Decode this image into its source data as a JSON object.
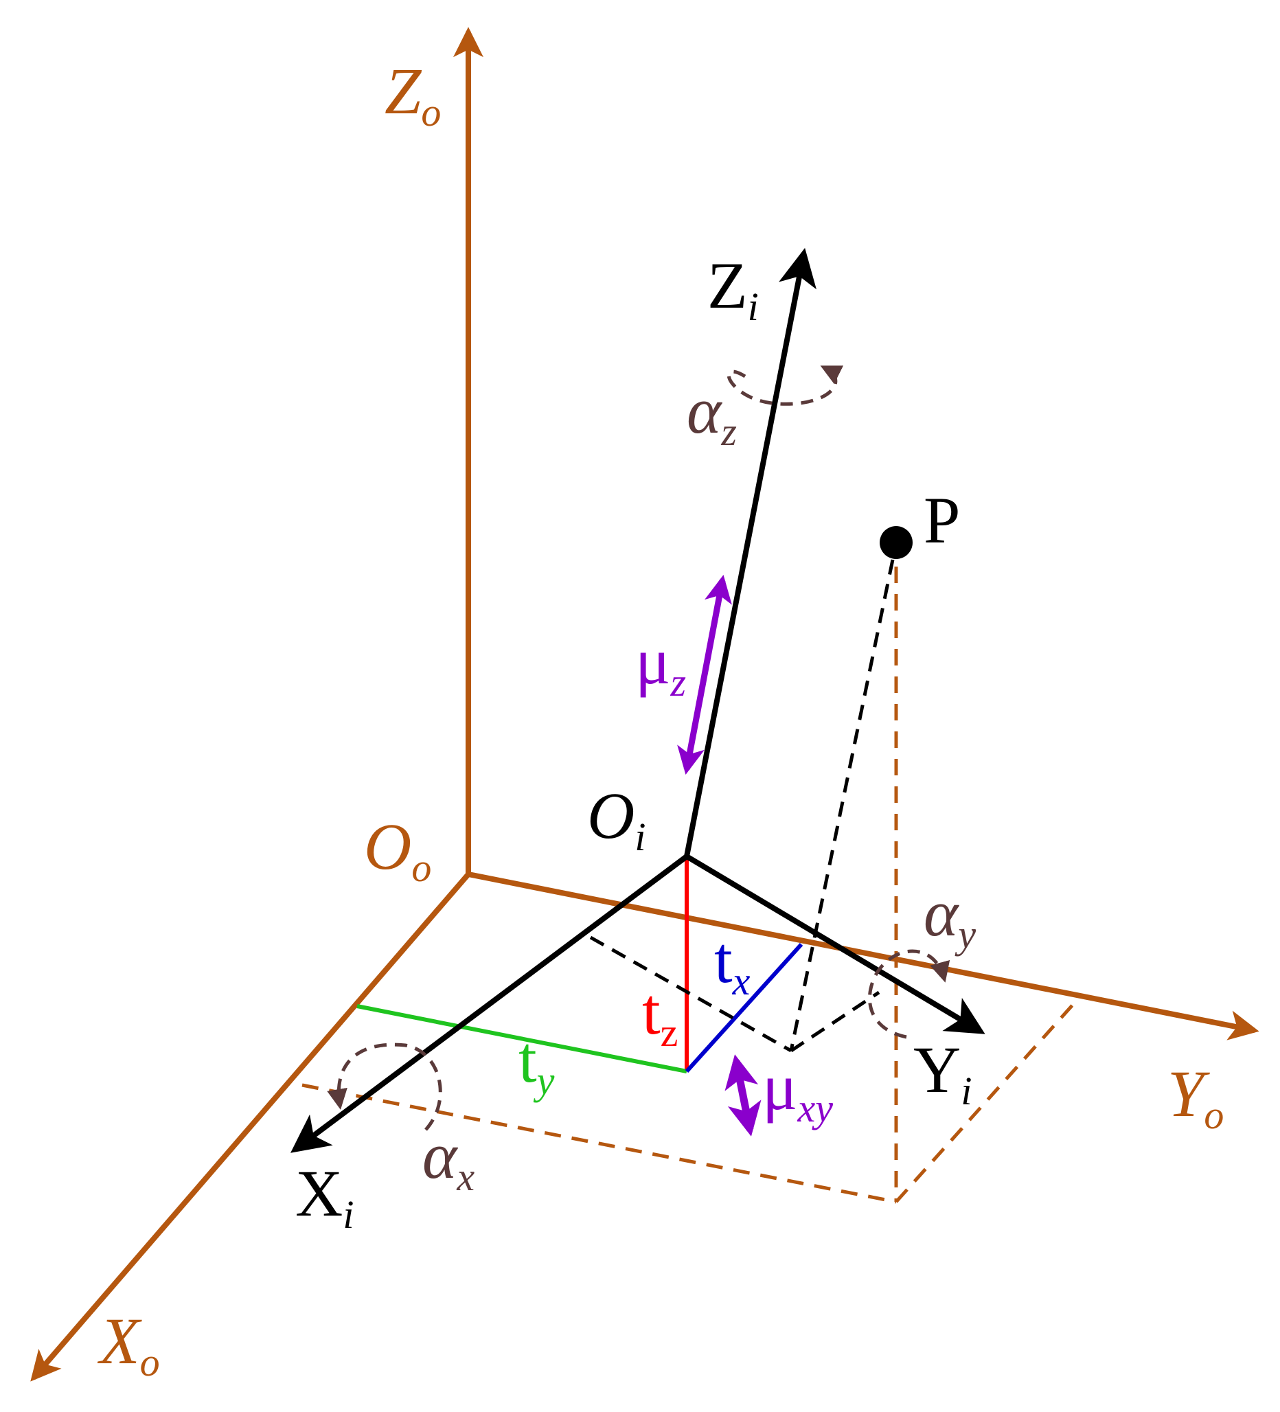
{
  "colors": {
    "outer_frame": "#b5570f",
    "inner_frame": "#000000",
    "rotation": "#5a3a3a",
    "motion": "#8a00cc",
    "t_x": "#0000cc",
    "t_y": "#1fc41f",
    "t_z": "#ff0000"
  },
  "labels": {
    "Zo": {
      "base": "Z",
      "sub": "o"
    },
    "Xo": {
      "base": "X",
      "sub": "o"
    },
    "Yo": {
      "base": "Y",
      "sub": "o"
    },
    "Oo": {
      "base": "O",
      "sub": "o"
    },
    "Zi": {
      "base": "Z",
      "sub": "i"
    },
    "Xi": {
      "base": "X",
      "sub": "i"
    },
    "Yi": {
      "base": "Y",
      "sub": "i"
    },
    "Oi": {
      "base": "O",
      "sub": "i"
    },
    "P": {
      "base": "P"
    },
    "az": {
      "base": "α",
      "sub": "z"
    },
    "ax": {
      "base": "α",
      "sub": "x"
    },
    "ay": {
      "base": "α",
      "sub": "y"
    },
    "muz": {
      "base": "μ",
      "sub": "z"
    },
    "muxy": {
      "base": "μ",
      "sub": "xy"
    },
    "tx": {
      "base": "t",
      "sub": "x"
    },
    "ty": {
      "base": "t",
      "sub": "y"
    },
    "tz": {
      "base": "t",
      "sub": "z"
    }
  }
}
